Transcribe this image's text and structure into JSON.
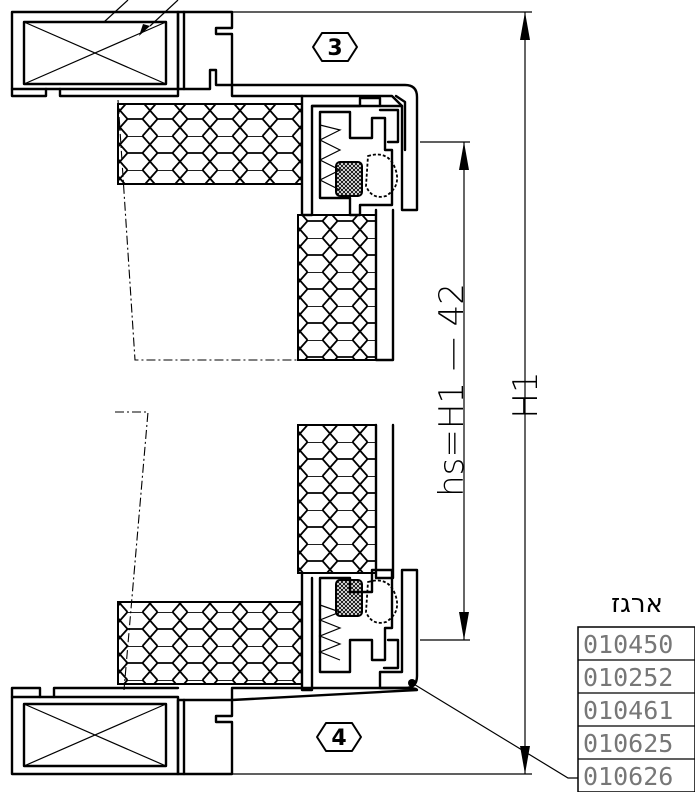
{
  "dimensions": {
    "total_height_label": "H1",
    "sash_height_label": "hs=H1 — 42"
  },
  "markers": {
    "top": "3",
    "bottom": "4"
  },
  "article_table": {
    "title": "ארגז",
    "codes": [
      "010450",
      "010252",
      "010461",
      "010625",
      "010626"
    ]
  }
}
